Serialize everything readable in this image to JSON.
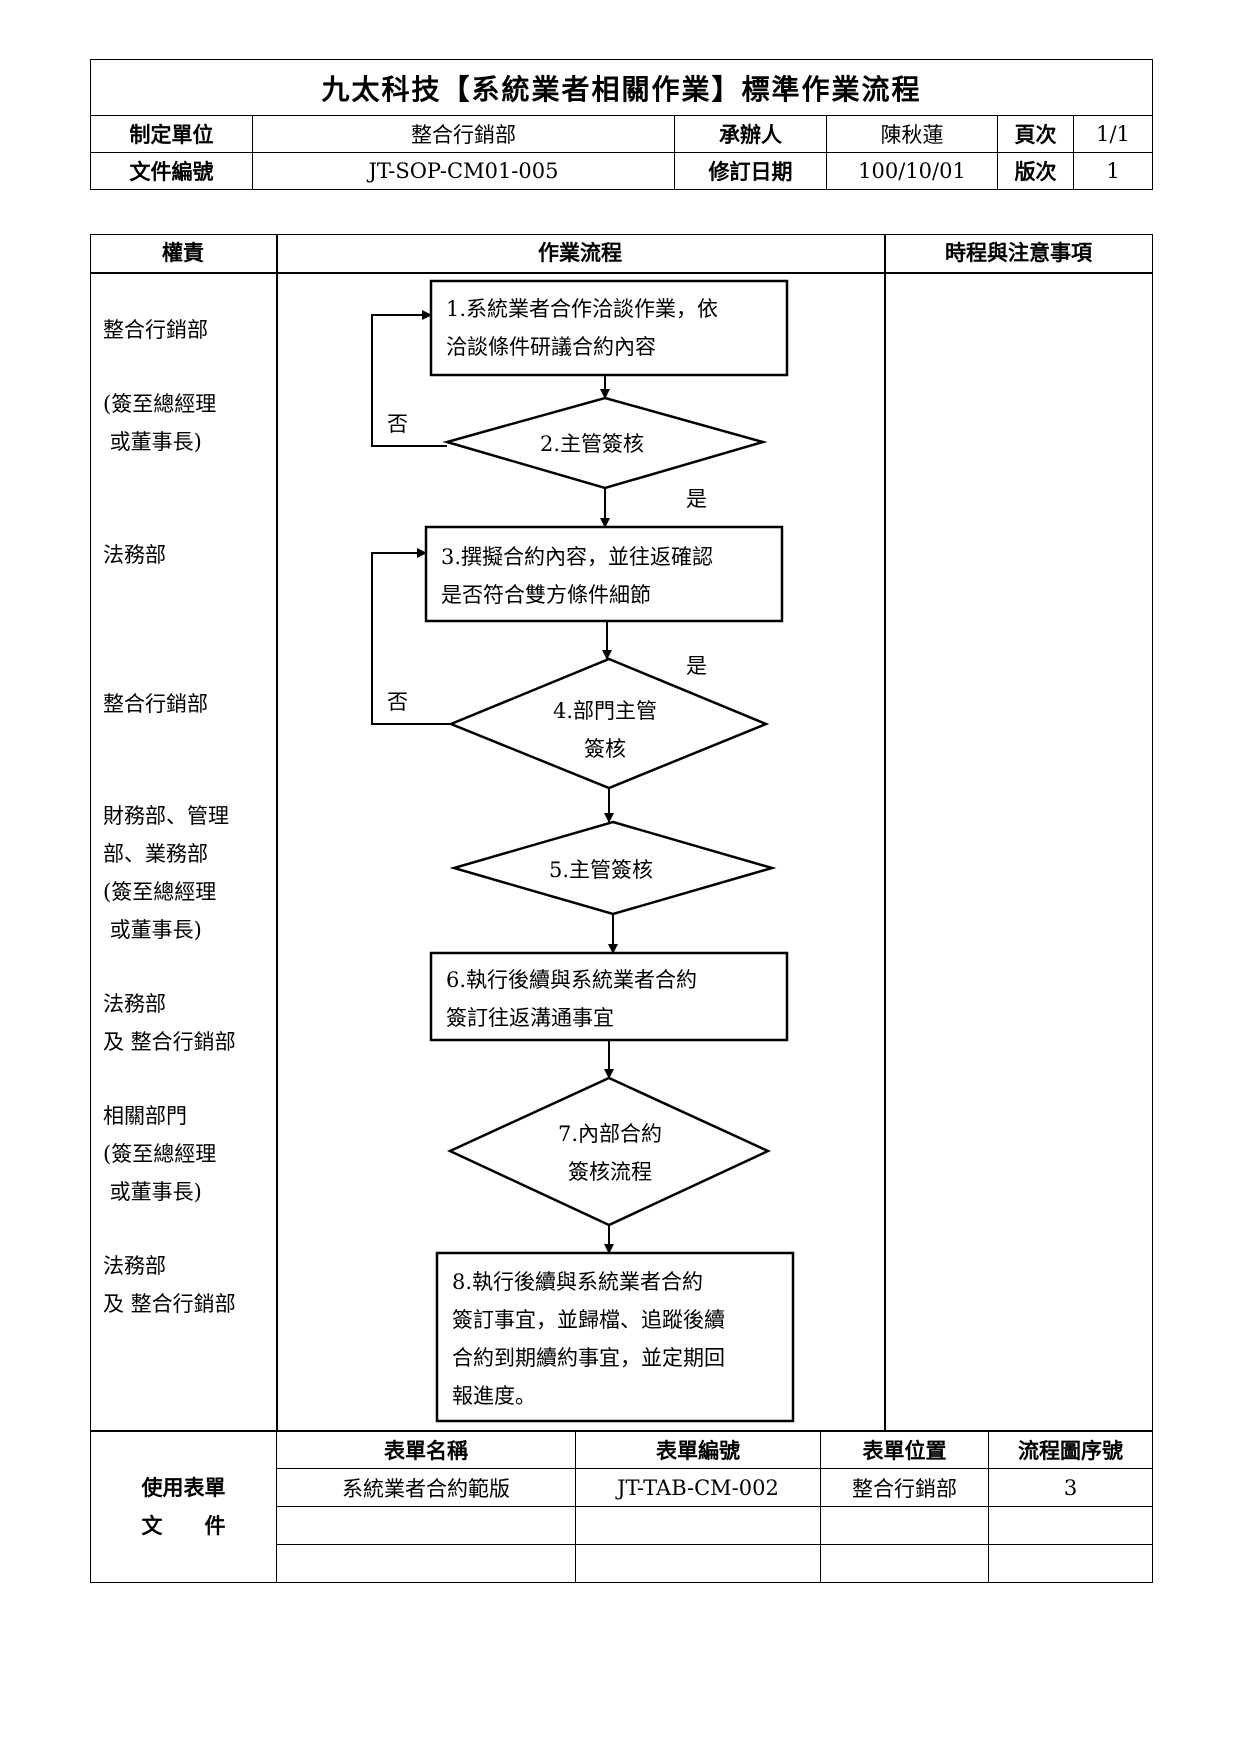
{
  "header": {
    "title": "九太科技【系統業者相關作業】標準作業流程",
    "labels": {
      "unit": "制定單位",
      "doc_no": "文件編號",
      "handler": "承辦人",
      "revision_date": "修訂日期",
      "page": "頁次",
      "version": "版次"
    },
    "values": {
      "unit": "整合行銷部",
      "doc_no": "JT-SOP-CM01-005",
      "handler": "陳秋蓮",
      "revision_date": "100/10/01",
      "page": "1/1",
      "version": "1"
    }
  },
  "columns": {
    "responsibility": "權責",
    "process": "作業流程",
    "schedule_notes": "時程與注意事項"
  },
  "responsibilities": [
    "整合行銷部",
    "(簽至總經理\n 或董事長)",
    "法務部",
    "整合行銷部",
    "財務部、管理\n部、業務部\n(簽至總經理\n 或董事長)",
    "法務部\n及 整合行銷部",
    "相關部門\n(簽至總經理\n 或董事長)",
    "法務部\n及 整合行銷部"
  ],
  "flow": {
    "step1": [
      "1.系統業者合作洽談作業，依",
      "洽談條件研議合約內容"
    ],
    "step2": "2.主管簽核",
    "step3": [
      "3.撰擬合約內容，並往返確認",
      "是否符合雙方條件細節"
    ],
    "step4": [
      "4.部門主管",
      "簽核"
    ],
    "step5": "5.主管簽核",
    "step6": [
      "6.執行後續與系統業者合約",
      "簽訂往返溝通事宜"
    ],
    "step7": [
      "7.內部合約",
      "簽核流程"
    ],
    "step8": [
      "8.執行後續與系統業者合約",
      "簽訂事宜，並歸檔、追蹤後續",
      "合約到期續約事宜，並定期回",
      "報進度。"
    ],
    "no_label": "否",
    "yes_label": "是"
  },
  "forms": {
    "section_label_1": "使用表單",
    "section_label_2": "文　　件",
    "headers": [
      "表單名稱",
      "表單編號",
      "表單位置",
      "流程圖序號"
    ],
    "rows": [
      [
        "系統業者合約範版",
        "JT-TAB-CM-002",
        "整合行銷部",
        "3"
      ],
      [
        "",
        "",
        "",
        ""
      ],
      [
        "",
        "",
        "",
        ""
      ]
    ]
  }
}
